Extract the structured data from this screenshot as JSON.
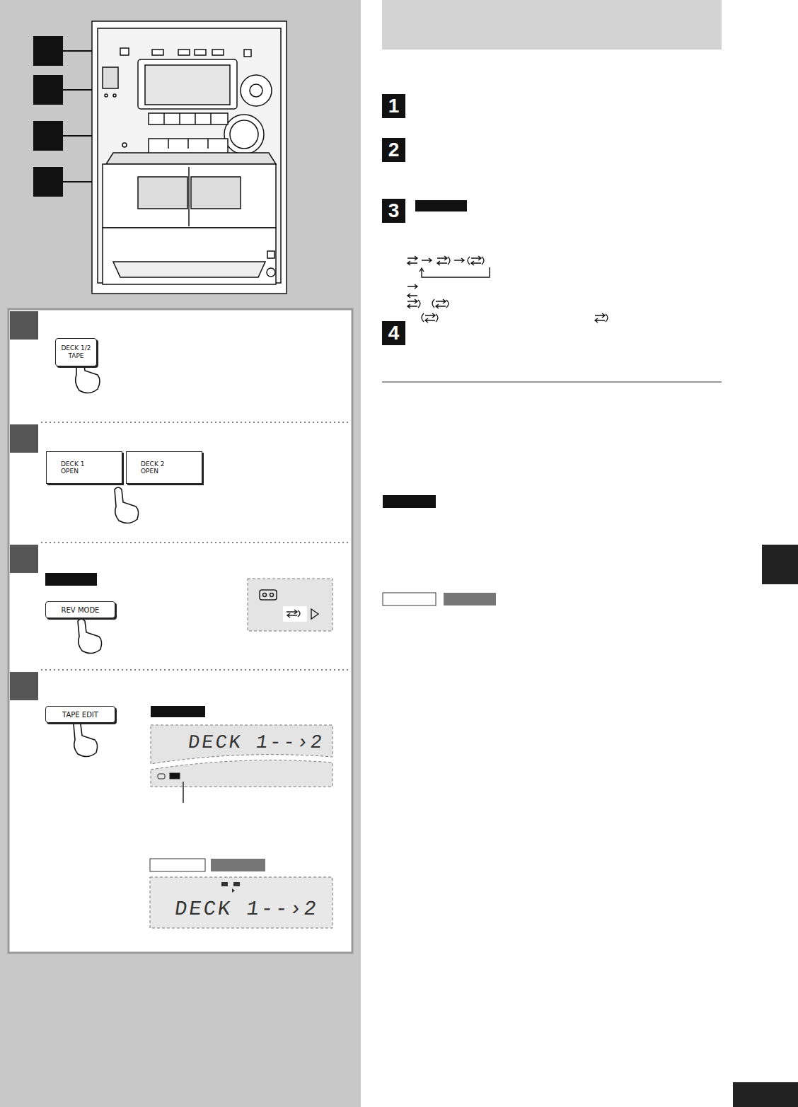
{
  "diagram": {
    "nodes": [
      {
        "text": [
          "DECK 1/2",
          "TAPE"
        ]
      },
      {
        "text": [
          "DECK 1 OPEN"
        ]
      },
      {
        "text": [
          "DECK 2 OPEN"
        ]
      },
      {
        "text": [
          "REV MODE"
        ]
      },
      {
        "text": [
          "TAPE EDIT"
        ]
      },
      {
        "text": [
          "DECK 1--›2"
        ]
      },
      {
        "text": [
          "DECK 1--›2"
        ]
      },
      {
        "text": [
          "1"
        ]
      },
      {
        "text": [
          "2"
        ]
      },
      {
        "text": [
          "3"
        ]
      },
      {
        "text": [
          "4"
        ]
      }
    ]
  }
}
